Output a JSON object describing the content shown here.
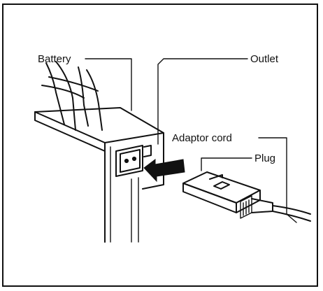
{
  "labels": {
    "battery": "Battery",
    "outlet": "Outlet",
    "adaptor_cord": "Adaptor cord",
    "plug": "Plug"
  }
}
